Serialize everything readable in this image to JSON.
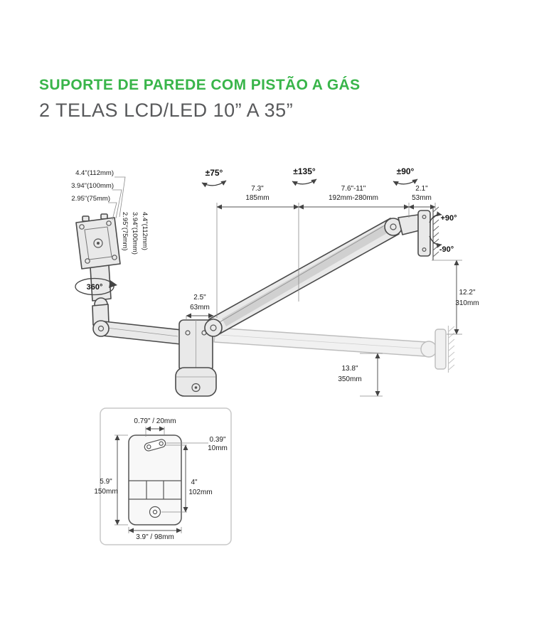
{
  "page": {
    "background": "#ffffff",
    "accent_green": "#39b54a",
    "subtitle_gray": "#58595b"
  },
  "header": {
    "title": "SUPORTE DE PAREDE COM PISTÃO A GÁS",
    "subtitle": "2 TELAS LCD/LED 10” A 35”"
  },
  "diagram": {
    "angles": {
      "pan_left": "±75°",
      "pan_mid": "±135°",
      "pan_wall": "±90°",
      "rotate": "360°",
      "tilt_up": "+90°",
      "tilt_down": "-90°"
    },
    "vesa_top": [
      "4.4\"(112mm)",
      "3.94\"(100mm)",
      "2.95\"(75mm)"
    ],
    "vesa_side": [
      "4.4\"(112mm)",
      "3.94\"(100mm)",
      "2.95\"(75mm)"
    ],
    "dims": {
      "arm1_in": "7.3\"",
      "arm1_mm": "185mm",
      "arm2_in": "7.6\"-11\"",
      "arm2_mm": "192mm-280mm",
      "offset_in": "2.1\"",
      "offset_mm": "53mm",
      "plate_in": "2.5\"",
      "plate_mm": "63mm",
      "rise_in": "12.2\"",
      "rise_mm": "310mm",
      "drop_in": "13.8\"",
      "drop_mm": "350mm"
    },
    "wall_plate": {
      "slot": "0.79\" / 20mm",
      "hole_in": "0.39\"",
      "hole_mm": "10mm",
      "height_in": "5.9\"",
      "height_mm": "150mm",
      "holes_in": "4\"",
      "holes_mm": "102mm",
      "width": "3.9\" / 98mm"
    }
  }
}
